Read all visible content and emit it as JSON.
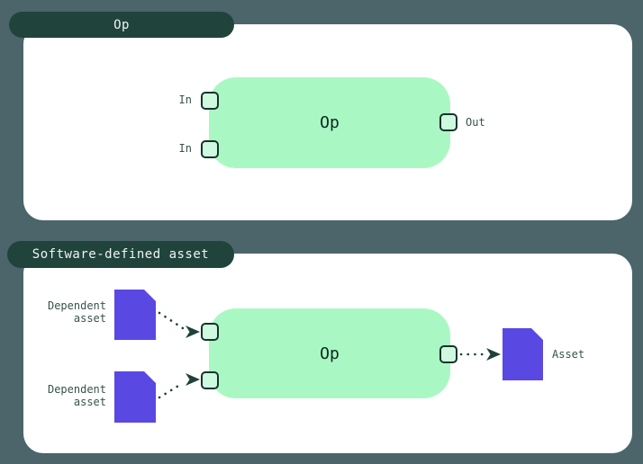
{
  "colors": {
    "background": "#4b656b",
    "tab_bg": "#20443c",
    "tab_text": "#eef4f2",
    "panel_bg": "#ffffff",
    "op_node_bg": "#a9f8c3",
    "op_node_text": "#0e2620",
    "handle_fill": "#cdfadf",
    "handle_border": "#16332d",
    "asset_fill": "#5948e2",
    "label_text": "#37524d",
    "arrow": "#1e423b"
  },
  "op_panel": {
    "tab_label": "Op",
    "node_label": "Op",
    "input_labels": [
      "In",
      "In"
    ],
    "output_label": "Out"
  },
  "sda_panel": {
    "tab_label": "Software-defined asset",
    "node_label": "Op",
    "dependent_asset_labels": [
      "Dependent asset",
      "Dependent asset"
    ],
    "asset_label": "Asset"
  }
}
